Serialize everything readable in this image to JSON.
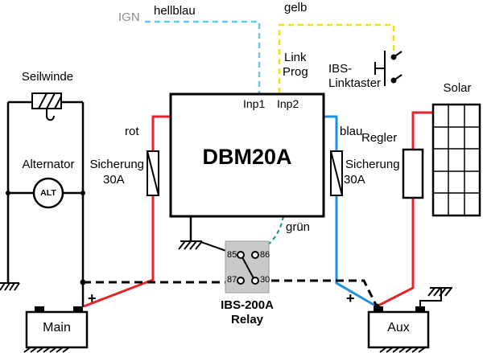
{
  "colors": {
    "red": "#e8232a",
    "blue": "#1e8fe0",
    "yellow": "#f2e20a",
    "hellblau": "#66c8e8",
    "green": "#089a50",
    "relay_gray": "#c9c9c9",
    "ign_text": "#8c8c8c"
  },
  "signals": {
    "ign": "IGN",
    "hellblau": "hellblau",
    "gelb": "gelb",
    "gruen": "grün",
    "link": "Link",
    "prog": "Prog"
  },
  "device": {
    "name": "DBM20A",
    "inp1": "Inp1",
    "inp2": "Inp2"
  },
  "fuse_left": {
    "wire": "rot",
    "label": "Sicherung",
    "rating": "30A"
  },
  "fuse_right": {
    "wire": "blau",
    "label": "Sicherung",
    "rating": "30A"
  },
  "components": {
    "seilwinde": "Seilwinde",
    "alternator": "Alternator",
    "alt": "ALT",
    "regler": "Regler",
    "solar": "Solar",
    "linktaster1": "IBS-",
    "linktaster2": "Linktaster"
  },
  "relay": {
    "name1": "IBS-200A",
    "name2": "Relay",
    "pin85": "85",
    "pin86": "86",
    "pin87": "87",
    "pin30": "30"
  },
  "batteries": {
    "main": "Main",
    "aux": "Aux",
    "main_plus": "+",
    "aux_plus": "+"
  }
}
